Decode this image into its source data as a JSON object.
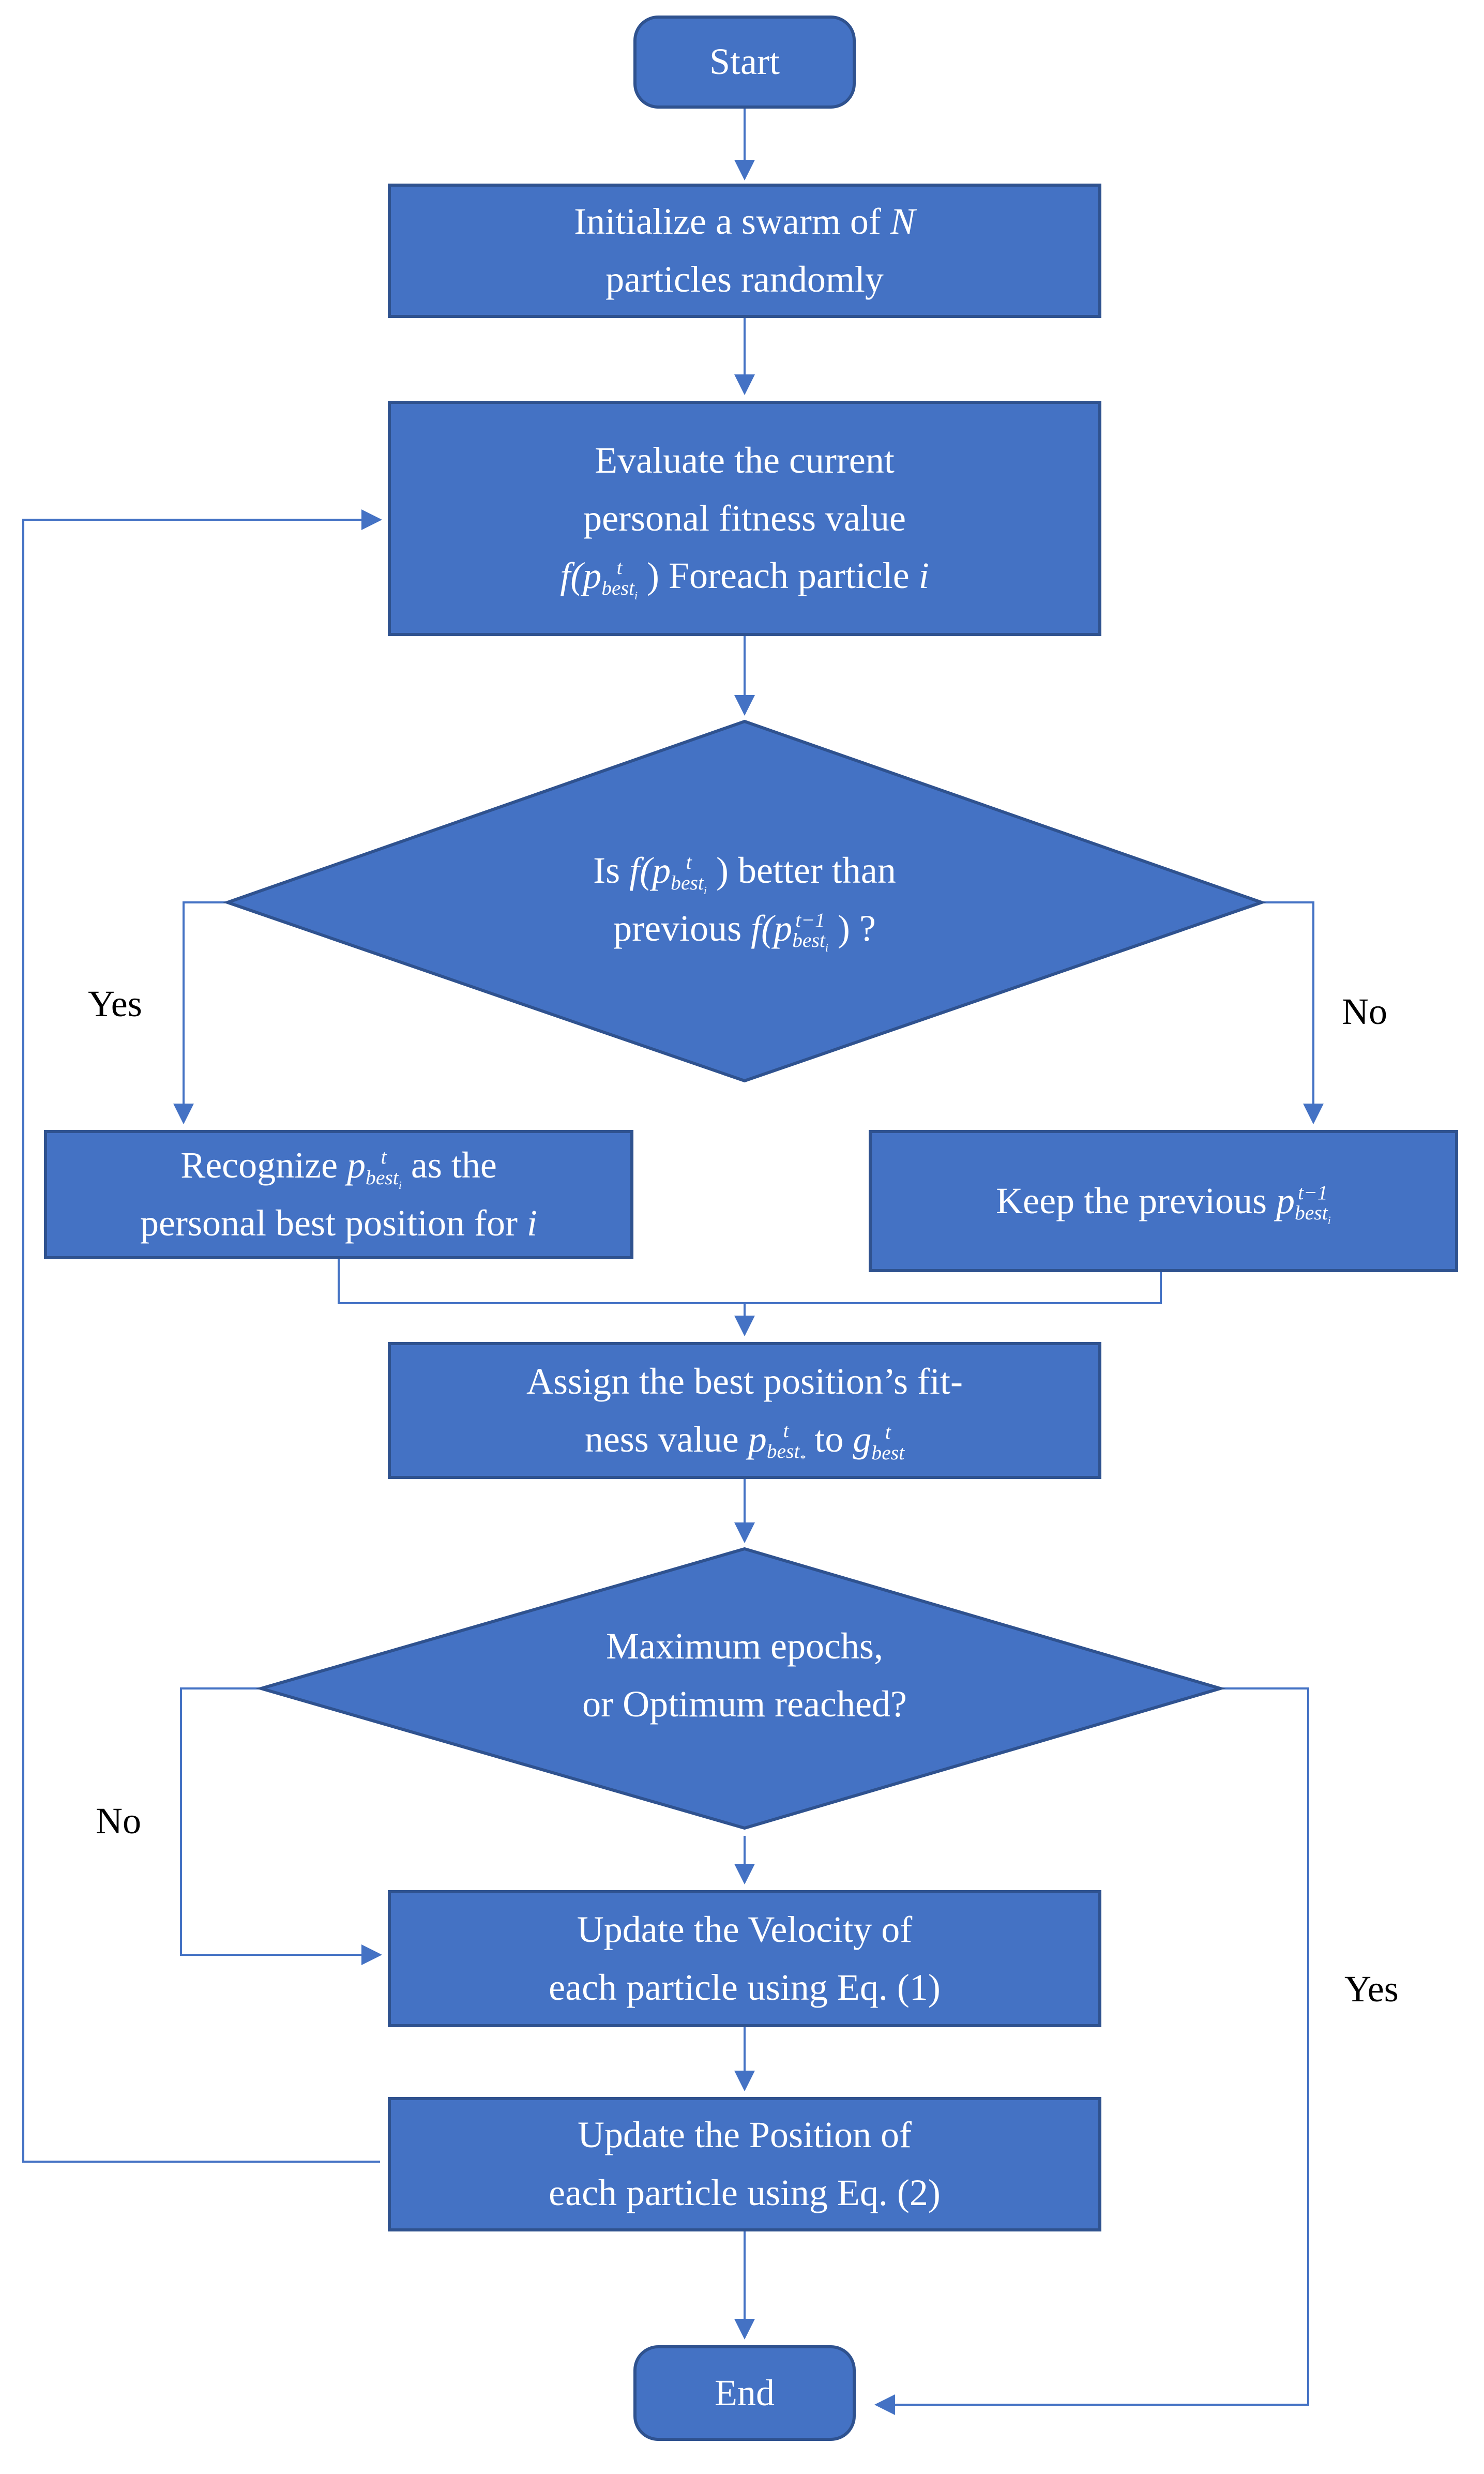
{
  "nodes": {
    "start": "Start",
    "init": [
      "Initialize a swarm of",
      "N",
      "particles randomly"
    ],
    "evaluate": [
      "Evaluate the current",
      "personal fitness value",
      "f(p",
      "t",
      "best",
      "i",
      ") Foreach particle",
      "i"
    ],
    "decision1": [
      "Is",
      "f(p",
      "t",
      "best",
      "i",
      ") better than",
      "previous",
      "f(p",
      "t−1",
      "best",
      "i",
      ") ?"
    ],
    "recognize": [
      "Recognize",
      "p",
      "t",
      "best",
      "i",
      "as the",
      "personal best position for",
      "i"
    ],
    "keep": [
      "Keep the previous",
      "p",
      "t−1",
      "best",
      "i"
    ],
    "assign": [
      "Assign the best position’s fit-",
      "ness value",
      "p",
      "t",
      "best",
      "*",
      "to",
      "g",
      "t",
      "best"
    ],
    "decision2": [
      "Maximum epochs,",
      "or Optimum reached?"
    ],
    "velocity": [
      "Update the Velocity of",
      "each particle using Eq. (1)"
    ],
    "position": [
      "Update the Position of",
      "each particle using Eq. (2)"
    ],
    "end": "End"
  },
  "edge_labels": {
    "yes1": "Yes",
    "no1": "No",
    "no2": "No",
    "yes2": "Yes"
  },
  "colors": {
    "node_fill": "#4472C4",
    "node_border": "#2F528F",
    "connector": "#4472C4",
    "text_on_node": "#FFFFFF"
  }
}
